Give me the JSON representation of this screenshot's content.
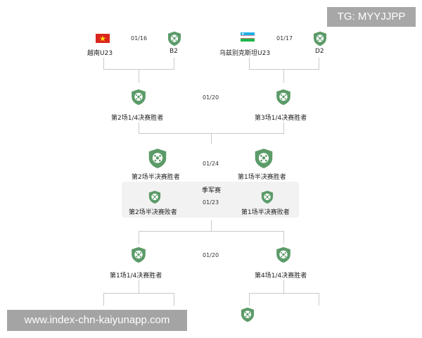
{
  "watermarks": {
    "top": "TG: MYYJJPP",
    "bottom": "www.index-chn-kaiyunapp.com"
  },
  "round_of_16": {
    "left": {
      "team_a": "越南U23",
      "team_b": "B2",
      "date": "01/16"
    },
    "right": {
      "team_a": "乌兹别克斯坦U23",
      "team_b": "D2",
      "date": "01/17"
    }
  },
  "quarterfinal_top": {
    "left": "第2场1/4决赛胜者",
    "right": "第3场1/4决赛胜者",
    "date": "01/20"
  },
  "semifinal": {
    "left": "第2场半决赛胜者",
    "right": "第1场半决赛胜者",
    "date": "01/24"
  },
  "third_place": {
    "title": "季军赛",
    "left": "第2场半决赛败者",
    "right": "第1场半决赛败者",
    "date": "01/23"
  },
  "quarterfinal_bottom": {
    "left": "第1场1/4决赛胜者",
    "right": "第4场1/4决赛胜者",
    "date": "01/20"
  },
  "colors": {
    "shield": "#5b9b69",
    "line": "#c9c9c9",
    "vietnam_red": "#da251d",
    "vietnam_star": "#ffde00"
  },
  "icons": [
    "vietnam-flag-icon",
    "uzbekistan-flag-icon",
    "team-shield-icon"
  ]
}
